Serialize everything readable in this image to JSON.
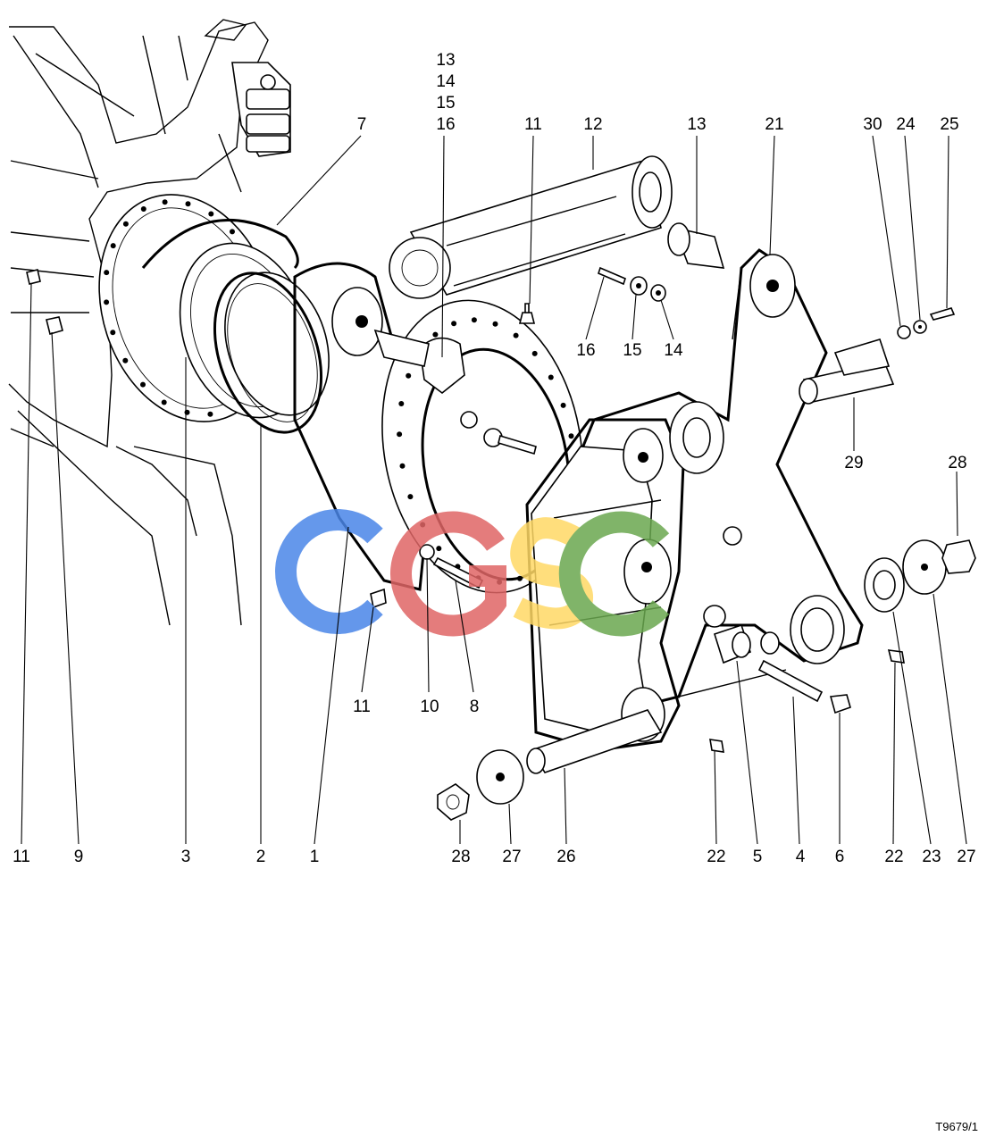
{
  "top_callouts": [
    "13",
    "14",
    "15",
    "16",
    "11",
    "12",
    "13",
    "21",
    "30",
    "24",
    "25"
  ],
  "mid_callouts": [
    "16",
    "15",
    "14",
    "29",
    "28",
    "11",
    "10",
    "8"
  ],
  "bottom_callouts": [
    "11",
    "9",
    "3",
    "2",
    "1",
    "28",
    "27",
    "26",
    "22",
    "5",
    "4",
    "6",
    "22",
    "23",
    "27"
  ],
  "drawing_ref": "T9679/1",
  "watermark": {
    "text": "CGSC",
    "colors": [
      "#4a86e8",
      "#e06666",
      "#ffd966",
      "#6aa84f"
    ]
  }
}
